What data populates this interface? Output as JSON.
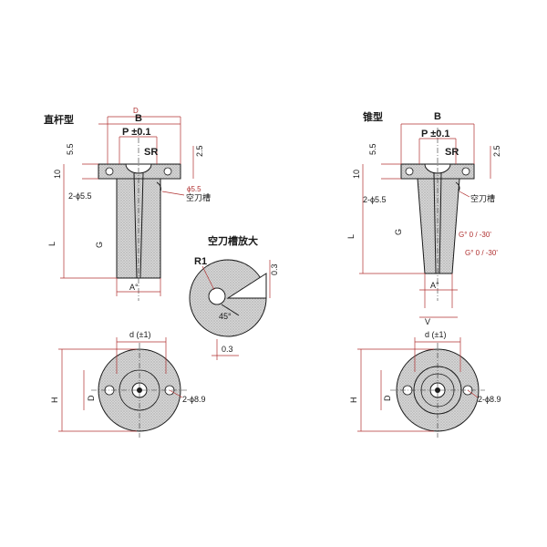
{
  "straight": {
    "title": "直杆型",
    "B": "B",
    "D": "D",
    "P": "P ±0.1",
    "SR": "SR",
    "dim_5_5": "5.5",
    "dim_2_5": "2.5",
    "dim_10": "10",
    "hole_note": "2-ϕ5.5",
    "phi_5_5": "ϕ5.5",
    "groove": "空刀槽",
    "L": "L",
    "G": "G",
    "A": "A°",
    "bottom_A": "d (±1)",
    "H": "H",
    "bottom_D": "D",
    "bottom_hole": "2-ϕ8.9"
  },
  "detail": {
    "title": "空刀槽放大",
    "R1": "R1",
    "angle": "45°",
    "dim_0_3_right": "0.3",
    "dim_0_3_bottom": "0.3"
  },
  "tapered": {
    "title": "锥型",
    "B": "B",
    "P": "P ±0.1",
    "SR": "SR",
    "dim_5_5": "5.5",
    "dim_2_5": "2.5",
    "dim_10": "10",
    "hole_note": "2-ϕ5.5",
    "groove": "空刀槽",
    "L": "L",
    "G": "G",
    "G_tol": "G° 0 / -30'",
    "G_tol2": "G° 0 / -30'",
    "A": "A°",
    "V": "V",
    "bottom_A": "d (±1)",
    "H": "H",
    "bottom_D": "D",
    "bottom_hole": "2-ϕ8.9"
  },
  "colors": {
    "ink": "#1a1a1a",
    "dim": "#b03030",
    "fill": "#c8c8c8"
  }
}
